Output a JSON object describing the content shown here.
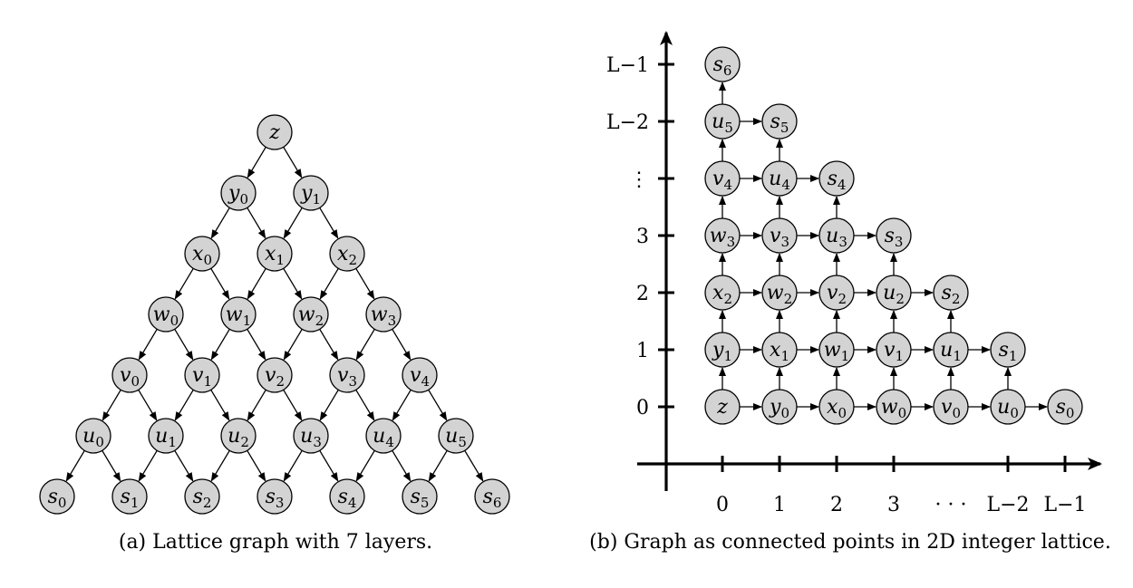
{
  "figure_a": {
    "caption": "(a) Lattice graph with 7 layers.",
    "layers": [
      [
        {
          "b": "z",
          "s": ""
        }
      ],
      [
        {
          "b": "y",
          "s": "0"
        },
        {
          "b": "y",
          "s": "1"
        }
      ],
      [
        {
          "b": "x",
          "s": "0"
        },
        {
          "b": "x",
          "s": "1"
        },
        {
          "b": "x",
          "s": "2"
        }
      ],
      [
        {
          "b": "w",
          "s": "0"
        },
        {
          "b": "w",
          "s": "1"
        },
        {
          "b": "w",
          "s": "2"
        },
        {
          "b": "w",
          "s": "3"
        }
      ],
      [
        {
          "b": "v",
          "s": "0"
        },
        {
          "b": "v",
          "s": "1"
        },
        {
          "b": "v",
          "s": "2"
        },
        {
          "b": "v",
          "s": "3"
        },
        {
          "b": "v",
          "s": "4"
        }
      ],
      [
        {
          "b": "u",
          "s": "0"
        },
        {
          "b": "u",
          "s": "1"
        },
        {
          "b": "u",
          "s": "2"
        },
        {
          "b": "u",
          "s": "3"
        },
        {
          "b": "u",
          "s": "4"
        },
        {
          "b": "u",
          "s": "5"
        }
      ],
      [
        {
          "b": "s",
          "s": "0"
        },
        {
          "b": "s",
          "s": "1"
        },
        {
          "b": "s",
          "s": "2"
        },
        {
          "b": "s",
          "s": "3"
        },
        {
          "b": "s",
          "s": "4"
        },
        {
          "b": "s",
          "s": "5"
        },
        {
          "b": "s",
          "s": "6"
        }
      ]
    ]
  },
  "figure_b": {
    "caption": "(b) Graph as connected points in 2D integer lattice.",
    "x_tick_labels": [
      "0",
      "1",
      "2",
      "3",
      "· · ·",
      "L−2",
      "L−1"
    ],
    "y_tick_labels": [
      "0",
      "1",
      "2",
      "3",
      "⋮",
      "L−2",
      "L−1"
    ],
    "rows": [
      [
        {
          "b": "z",
          "s": ""
        },
        {
          "b": "y",
          "s": "0"
        },
        {
          "b": "x",
          "s": "0"
        },
        {
          "b": "w",
          "s": "0"
        },
        {
          "b": "v",
          "s": "0"
        },
        {
          "b": "u",
          "s": "0"
        },
        {
          "b": "s",
          "s": "0"
        }
      ],
      [
        {
          "b": "y",
          "s": "1"
        },
        {
          "b": "x",
          "s": "1"
        },
        {
          "b": "w",
          "s": "1"
        },
        {
          "b": "v",
          "s": "1"
        },
        {
          "b": "u",
          "s": "1"
        },
        {
          "b": "s",
          "s": "1"
        }
      ],
      [
        {
          "b": "x",
          "s": "2"
        },
        {
          "b": "w",
          "s": "2"
        },
        {
          "b": "v",
          "s": "2"
        },
        {
          "b": "u",
          "s": "2"
        },
        {
          "b": "s",
          "s": "2"
        }
      ],
      [
        {
          "b": "w",
          "s": "3"
        },
        {
          "b": "v",
          "s": "3"
        },
        {
          "b": "u",
          "s": "3"
        },
        {
          "b": "s",
          "s": "3"
        }
      ],
      [
        {
          "b": "v",
          "s": "4"
        },
        {
          "b": "u",
          "s": "4"
        },
        {
          "b": "s",
          "s": "4"
        }
      ],
      [
        {
          "b": "u",
          "s": "5"
        },
        {
          "b": "s",
          "s": "5"
        }
      ],
      [
        {
          "b": "s",
          "s": "6"
        }
      ]
    ]
  },
  "colors": {
    "node_fill": "#d3d3d3",
    "stroke": "#000000"
  }
}
